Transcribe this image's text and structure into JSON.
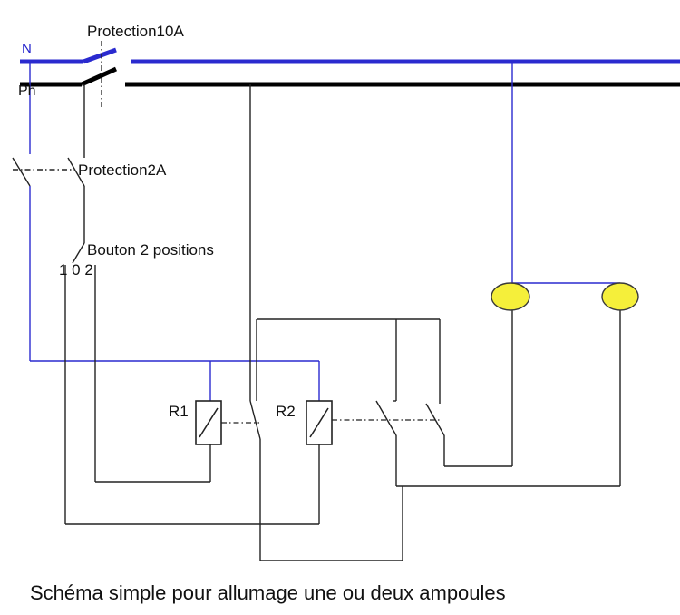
{
  "labels": {
    "neutral": "N",
    "phase": "Ph",
    "protection_main": "Protection10A",
    "protection_small": "Protection2A",
    "button": "Bouton 2 positions",
    "button_positions": "1 0 2",
    "relay1": "R1",
    "relay2": "R2"
  },
  "caption": "Schéma simple pour allumage une ou deux ampoules",
  "colors": {
    "neutral_wire": "#2a2acf",
    "phase_wire": "#000000",
    "wire": "#222222",
    "lamp_fill": "#f5ef3a",
    "lamp_stroke": "#3a3a3a"
  }
}
